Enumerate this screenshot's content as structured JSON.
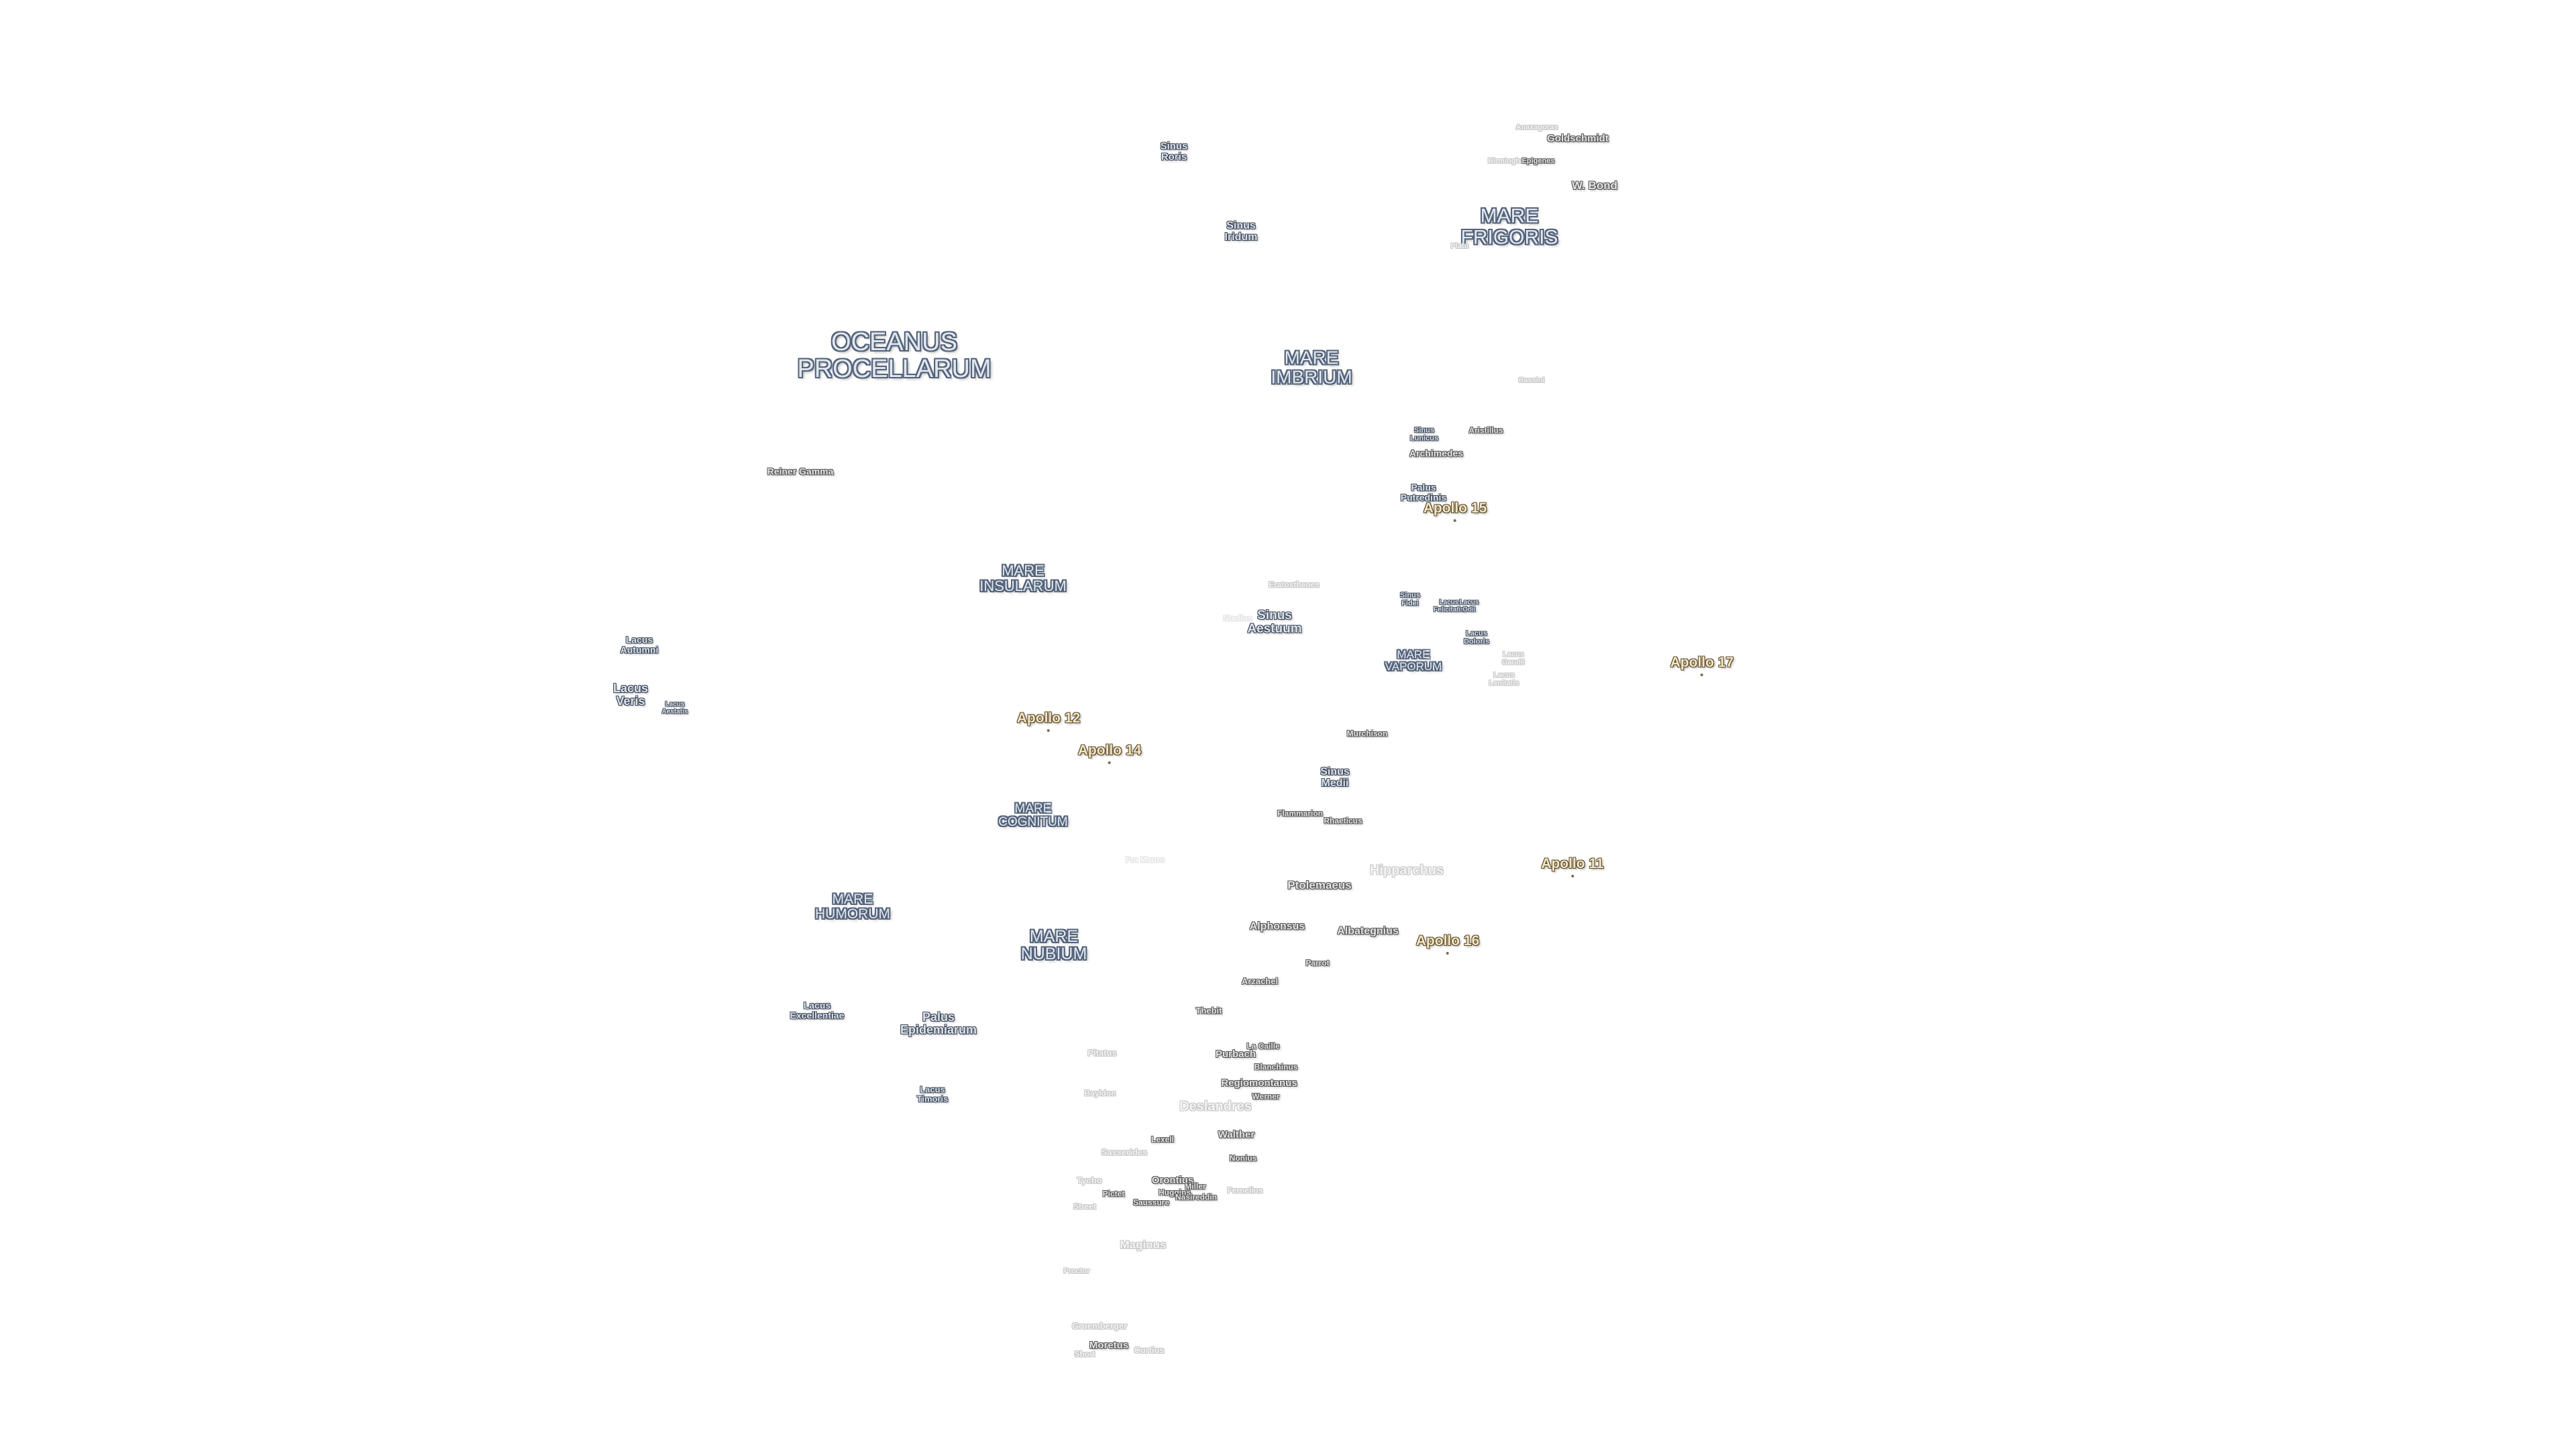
{
  "colors": {
    "background": "#ffffff",
    "mare_fill": "#dfe7ef",
    "mare_outline": "#54627a",
    "crater_outline": "#555555",
    "apollo_fill": "#f5e6c4",
    "apollo_outline": "#5a4a2a"
  },
  "labels": {
    "oceanus_procellarum": "OCEANUS\nPROCELLARUM",
    "mare_imbrium": "MARE\nIMBRIUM",
    "mare_frigoris": "MARE\nFRIGORIS",
    "mare_insularum": "MARE\nINSULARUM",
    "mare_cognitum": "MARE\nCOGNITUM",
    "mare_humorum": "MARE\nHUMORUM",
    "mare_nubium": "MARE\nNUBIUM",
    "mare_vaporum": "MARE\nVAPORUM",
    "sinus_roris": "Sinus\nRoris",
    "sinus_iridum": "Sinus\nIridum",
    "sinus_aestuum": "Sinus\nAestuum",
    "sinus_medii": "Sinus\nMedii",
    "sinus_lunicus": "Sinus\nLunicus",
    "sinus_fidei": "Sinus\nFidei",
    "palus_putredinis": "Palus\nPutredinis",
    "palus_epidemiarum": "Palus\nEpidemiarum",
    "lacus_autumni": "Lacus\nAutumni",
    "lacus_veris": "Lacus\nVeris",
    "lacus_aestatis": "Lacus\nAestatis",
    "lacus_excellentiae": "Lacus\nExcellentiae",
    "lacus_timoris": "Lacus\nTimoris",
    "lacus_felicitatis": "Lacus\nFelicitatis",
    "lacus_odii": "Lacus\nOdii",
    "lacus_doloris": "Lacus\nDoloris",
    "lacus_gaudii": "Lacus\nGaudii",
    "lacus_lenitatis": "Lacus\nLenitatis",
    "reiner_gamma": "Reiner Gamma",
    "anaxagoras": "Anaxagoras",
    "goldschmidt": "Goldschmidt",
    "birmingham": "Birmingham",
    "epigenes": "Epigenes",
    "w_bond": "W. Bond",
    "plato": "Plato",
    "cassini": "Cassini",
    "aristillus": "Aristillus",
    "archimedes": "Archimedes",
    "eratosthenes": "Eratosthenes",
    "stadius": "Stadius",
    "murchison": "Murchison",
    "flammarion": "Flammarion",
    "rhaeticus": "Rhaeticus",
    "fra_mauro": "Fra Mauro",
    "hipparchus": "Hipparchus",
    "ptolemaeus": "Ptolemaeus",
    "alphonsus": "Alphonsus",
    "albategnius": "Albategnius",
    "parrot": "Parrot",
    "arzachel": "Arzachel",
    "thebit": "Thebit",
    "la_caille": "La Caille",
    "purbach": "Purbach",
    "blanchinus": "Blanchinus",
    "regiomontanus": "Regiomontanus",
    "werner": "Werner",
    "pitatus": "Pitatus",
    "bayldon": "Bayldon",
    "deslandres": "Deslandres",
    "lexell": "Lexell",
    "walther": "Walther",
    "sasserides": "Sasserides",
    "nonius": "Nonius",
    "tycho": "Tycho",
    "orontius": "Orontius",
    "huggins": "Huggins",
    "miller": "Miller",
    "nasireddin": "Nasireddin",
    "pictet": "Pictet",
    "saussure": "Saussure",
    "fernelius": "Fernelius",
    "street": "Street",
    "maginus": "Maginus",
    "proctor": "Proctor",
    "gruemberger": "Gruemberger",
    "moretus": "Moretus",
    "short": "Short",
    "curtius": "Curtius",
    "apollo_11": "Apollo 11",
    "apollo_12": "Apollo 12",
    "apollo_14": "Apollo 14",
    "apollo_15": "Apollo 15",
    "apollo_16": "Apollo 16",
    "apollo_17": "Apollo 17"
  }
}
